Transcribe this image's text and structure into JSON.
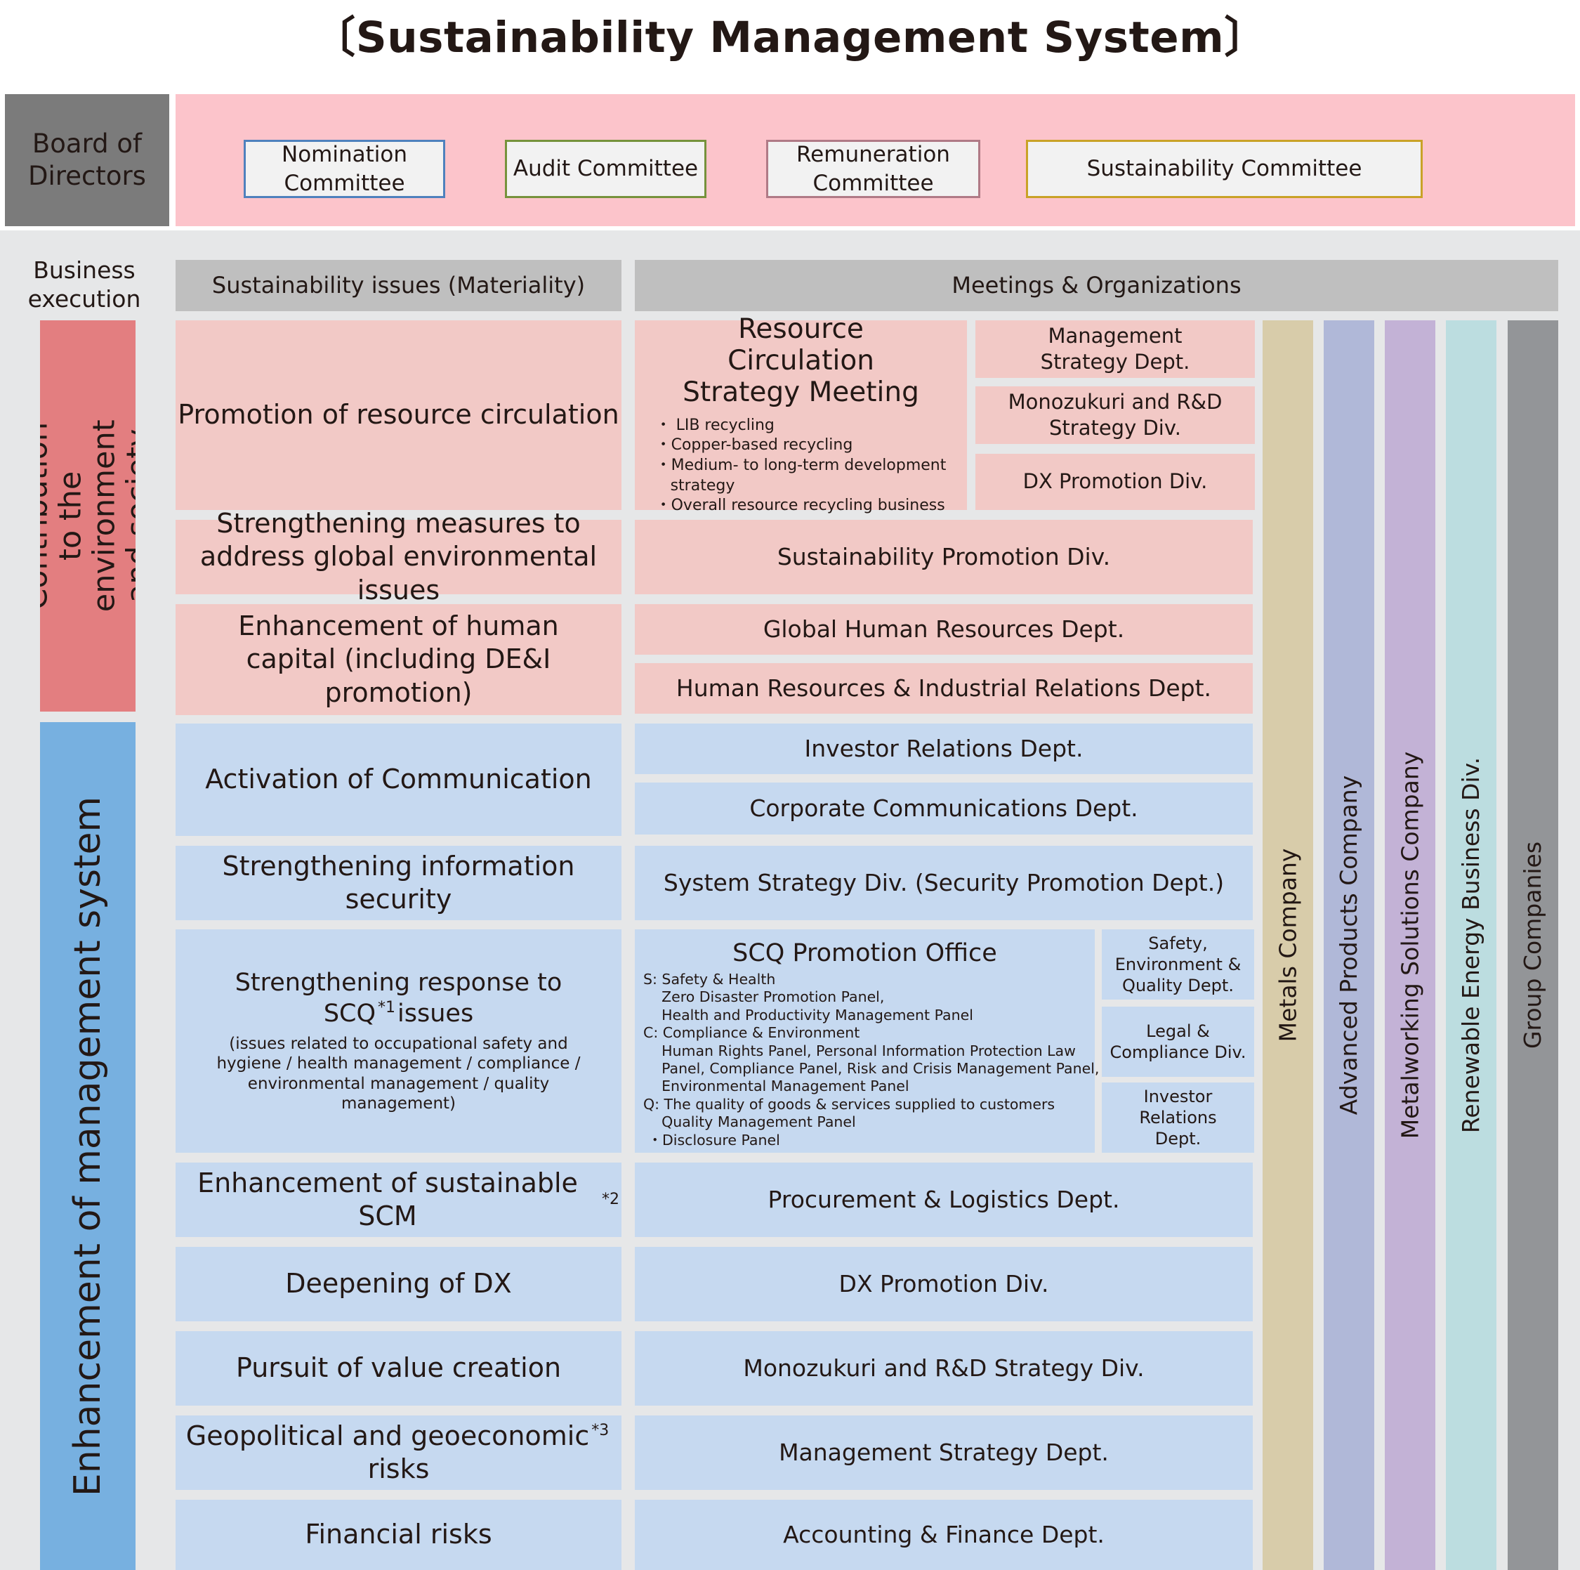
{
  "title": "〔Sustainability Management System〕",
  "board": {
    "label": "Board of Directors",
    "committees": {
      "nomination": "Nomination Committee",
      "audit": "Audit Committee",
      "remuneration": "Remuneration Committee",
      "sustainability": "Sustainability Committee"
    }
  },
  "business_execution": "Business execution",
  "headers": {
    "issues": "Sustainability issues (Materiality)",
    "meetings": "Meetings & Organizations"
  },
  "categories": {
    "environment": "Contribution to the environment and society",
    "management": "Enhancement of management system"
  },
  "issues": {
    "resource_circulation": "Promotion of resource circulation",
    "global_env": "Strengthening measures to address global environmental issues",
    "human_capital": "Enhancement of human capital (including DE&I promotion)",
    "communication": "Activation of Communication",
    "info_security": "Strengthening information security",
    "scq": {
      "main": "Strengthening response to SCQ",
      "sup": "*1",
      "suffix": "issues",
      "note": "(issues related to occupational safety and hygiene / health management / compliance / environmental management / quality management)"
    },
    "scm": {
      "main": "Enhancement of sustainable SCM",
      "sup": "*2"
    },
    "dx": "Deepening of DX",
    "value_creation": "Pursuit of value creation",
    "geopolitical": {
      "main": "Geopolitical and geoeconomic",
      "sup": "*3",
      "line2": "risks"
    },
    "financial": "Financial risks"
  },
  "orgs": {
    "rc_meeting": {
      "title": "Resource Circulation Strategy Meeting",
      "items": [
        "・ LIB recycling",
        "・Copper-based recycling",
        "・Medium- to long-term development",
        "   strategy",
        "・Overall resource recycling business"
      ]
    },
    "mgmt_strategy_top": "Management Strategy Dept.",
    "monozukuri_top": "Monozukuri and R&D Strategy Div.",
    "dx_top": "DX Promotion Div.",
    "sustainability_promo": "Sustainability Promotion Div.",
    "global_hr": "Global Human Resources Dept.",
    "hr_ir": "Human Resources & Industrial Relations Dept.",
    "investor_relations": "Investor Relations Dept.",
    "corp_comm": "Corporate Communications Dept.",
    "system_strategy": "System Strategy Div. (Security Promotion Dept.)",
    "scq_office": {
      "title": "SCQ Promotion Office",
      "detail": "S: Safety & Health\n    Zero Disaster Promotion Panel,\n    Health and Productivity Management Panel\nC: Compliance & Environment\n    Human Rights Panel, Personal Information Protection Law\n    Panel, Compliance Panel, Risk and Crisis Management Panel,\n    Environmental Management Panel\nQ: The quality of goods & services supplied to customers\n    Quality Management Panel\n ・Disclosure Panel"
    },
    "safety_env_quality": "Safety, Environment & Quality Dept.",
    "legal": "Legal & Compliance Div.",
    "investor_relations_small": "Investor Relations Dept.",
    "procurement": "Procurement & Logistics Dept.",
    "dx_bottom": "DX Promotion Div.",
    "monozukuri_bottom": "Monozukuri and R&D Strategy Div.",
    "mgmt_strategy_bottom": "Management Strategy Dept.",
    "accounting": "Accounting & Finance Dept."
  },
  "companies": [
    {
      "name": "Metals Company",
      "color": "#d8ccaa"
    },
    {
      "name": "Advanced Products Company",
      "color": "#b0b8d8"
    },
    {
      "name": "Metalworking Solutions Company",
      "color": "#c3b2d6"
    },
    {
      "name": "Renewable Energy Business Div.",
      "color": "#bcdde0"
    },
    {
      "name": "Group Companies",
      "color": "#939598"
    }
  ]
}
